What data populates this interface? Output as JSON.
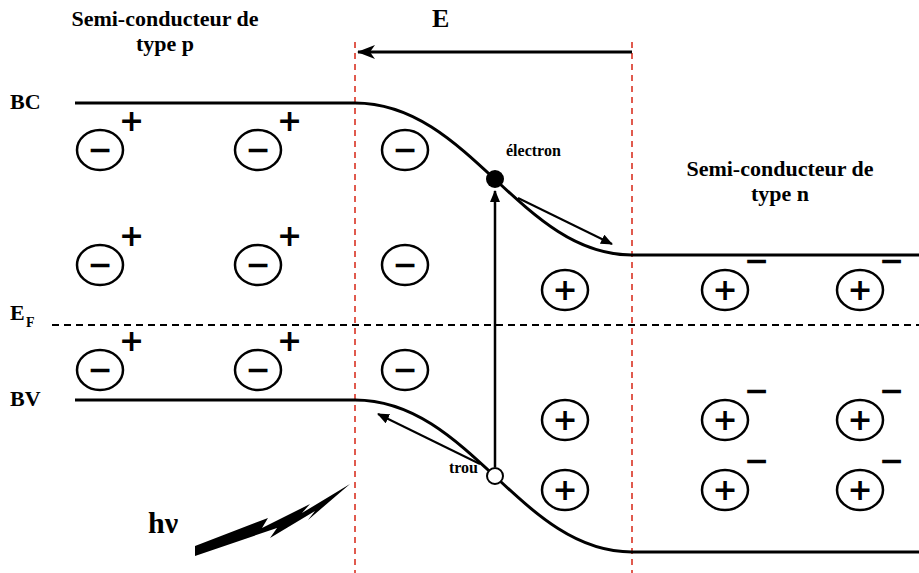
{
  "diagram": {
    "nodes": [
      {
        "text": [
          "−",
          "+"
        ]
      },
      {
        "text": [
          "−",
          "+"
        ]
      },
      {
        "text": [
          "−"
        ]
      },
      {
        "text": [
          "−",
          "+"
        ]
      },
      {
        "text": [
          "−",
          "+"
        ]
      },
      {
        "text": [
          "−"
        ]
      },
      {
        "text": [
          "+"
        ]
      },
      {
        "text": [
          "+",
          "−"
        ]
      },
      {
        "text": [
          "+",
          "−"
        ]
      },
      {
        "text": [
          "−",
          "+"
        ]
      },
      {
        "text": [
          "−",
          "+"
        ]
      },
      {
        "text": [
          "−"
        ]
      },
      {
        "text": [
          "+"
        ]
      },
      {
        "text": [
          "+",
          "−"
        ]
      },
      {
        "text": [
          "+",
          "−"
        ]
      },
      {
        "text": [
          "+"
        ]
      },
      {
        "text": [
          "+",
          "−"
        ]
      },
      {
        "text": [
          "+",
          "−"
        ]
      }
    ],
    "labels": [
      "Semi-conducteur de type p",
      "E",
      "BC",
      "électron",
      "Semi-conducteur de type n",
      "E",
      "F",
      "BV",
      "trou",
      "hν"
    ]
  }
}
